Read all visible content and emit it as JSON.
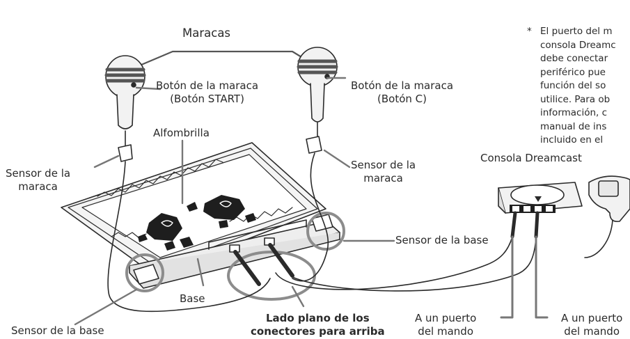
{
  "labels": {
    "maracas": "Maracas",
    "left_button": [
      "Botón de la maraca",
      "(Botón START)"
    ],
    "right_button": [
      "Botón de la maraca",
      "(Botón C)"
    ],
    "mat": "Alfombrilla",
    "left_maraca_sensor": [
      "Sensor de la",
      "maraca"
    ],
    "right_maraca_sensor": [
      "Sensor de la",
      "maraca"
    ],
    "base_sensor_right": "Sensor de la base",
    "base_sensor_left": "Sensor de la base",
    "base": "Base",
    "connectors_note": [
      "Lado plano de los",
      "conectores para arriba"
    ],
    "console": "Consola Dreamcast",
    "port_1": [
      "A un puerto",
      "del mando"
    ],
    "port_2": [
      "A un puerto",
      "del mando"
    ]
  },
  "footnote": {
    "marker": "*",
    "lines": [
      "El puerto del m",
      "consola Dreamc",
      "debe conectar",
      "periférico pue",
      "función del so",
      "utilice. Para ob",
      "información, c",
      "manual de ins",
      "incluido en el"
    ]
  },
  "colors": {
    "line": "#2a2a2a",
    "highlight_ring": "#8c8c8c",
    "mat_fill": "#f4f4f4",
    "base_fill": "#eeeeee"
  }
}
